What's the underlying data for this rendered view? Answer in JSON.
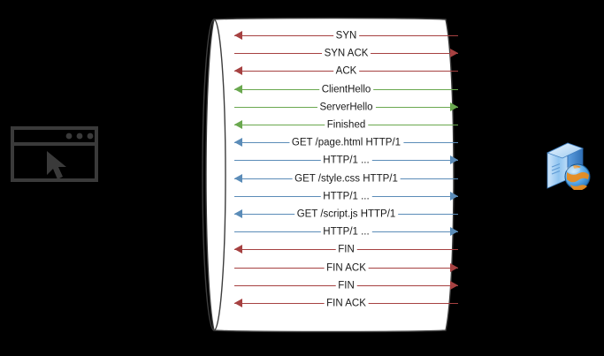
{
  "diagram": {
    "title": "TCP / TLS / HTTP message sequence over a network pipe",
    "colors": {
      "tcp": "#a64141",
      "tls": "#6aa84f",
      "http": "#5b8cb8",
      "pipe_fill": "#ffffff",
      "pipe_stroke": "#3d3d3d",
      "background": "#000000",
      "browser_icon": "#3a3a3a"
    },
    "endpoints": {
      "left": {
        "name": "client-browser",
        "icon": "browser-window-icon",
        "dots": 3,
        "cursor": "arrow-cursor-icon"
      },
      "right": {
        "name": "web-server",
        "icon": "server-globe-icon"
      }
    },
    "pipe": {
      "name": "network-pipe-cylinder",
      "shape": "cylinder"
    },
    "messages": [
      {
        "label": "SYN",
        "direction": "ltr",
        "protocol": "tcp"
      },
      {
        "label": "SYN ACK",
        "direction": "rtl",
        "protocol": "tcp"
      },
      {
        "label": "ACK",
        "direction": "ltr",
        "protocol": "tcp"
      },
      {
        "label": "ClientHello",
        "direction": "ltr",
        "protocol": "tls"
      },
      {
        "label": "ServerHello",
        "direction": "rtl",
        "protocol": "tls"
      },
      {
        "label": "Finished",
        "direction": "ltr",
        "protocol": "tls"
      },
      {
        "label": "GET /page.html HTTP/1",
        "direction": "ltr",
        "protocol": "http"
      },
      {
        "label": "HTTP/1 ...",
        "direction": "rtl",
        "protocol": "http"
      },
      {
        "label": "GET /style.css HTTP/1",
        "direction": "ltr",
        "protocol": "http"
      },
      {
        "label": "HTTP/1 ...",
        "direction": "rtl",
        "protocol": "http"
      },
      {
        "label": "GET /script.js HTTP/1",
        "direction": "ltr",
        "protocol": "http"
      },
      {
        "label": "HTTP/1 ...",
        "direction": "rtl",
        "protocol": "http"
      },
      {
        "label": "FIN",
        "direction": "ltr",
        "protocol": "tcp"
      },
      {
        "label": "FIN ACK",
        "direction": "rtl",
        "protocol": "tcp"
      },
      {
        "label": "FIN",
        "direction": "rtl",
        "protocol": "tcp"
      },
      {
        "label": "FIN ACK",
        "direction": "ltr",
        "protocol": "tcp"
      }
    ]
  }
}
